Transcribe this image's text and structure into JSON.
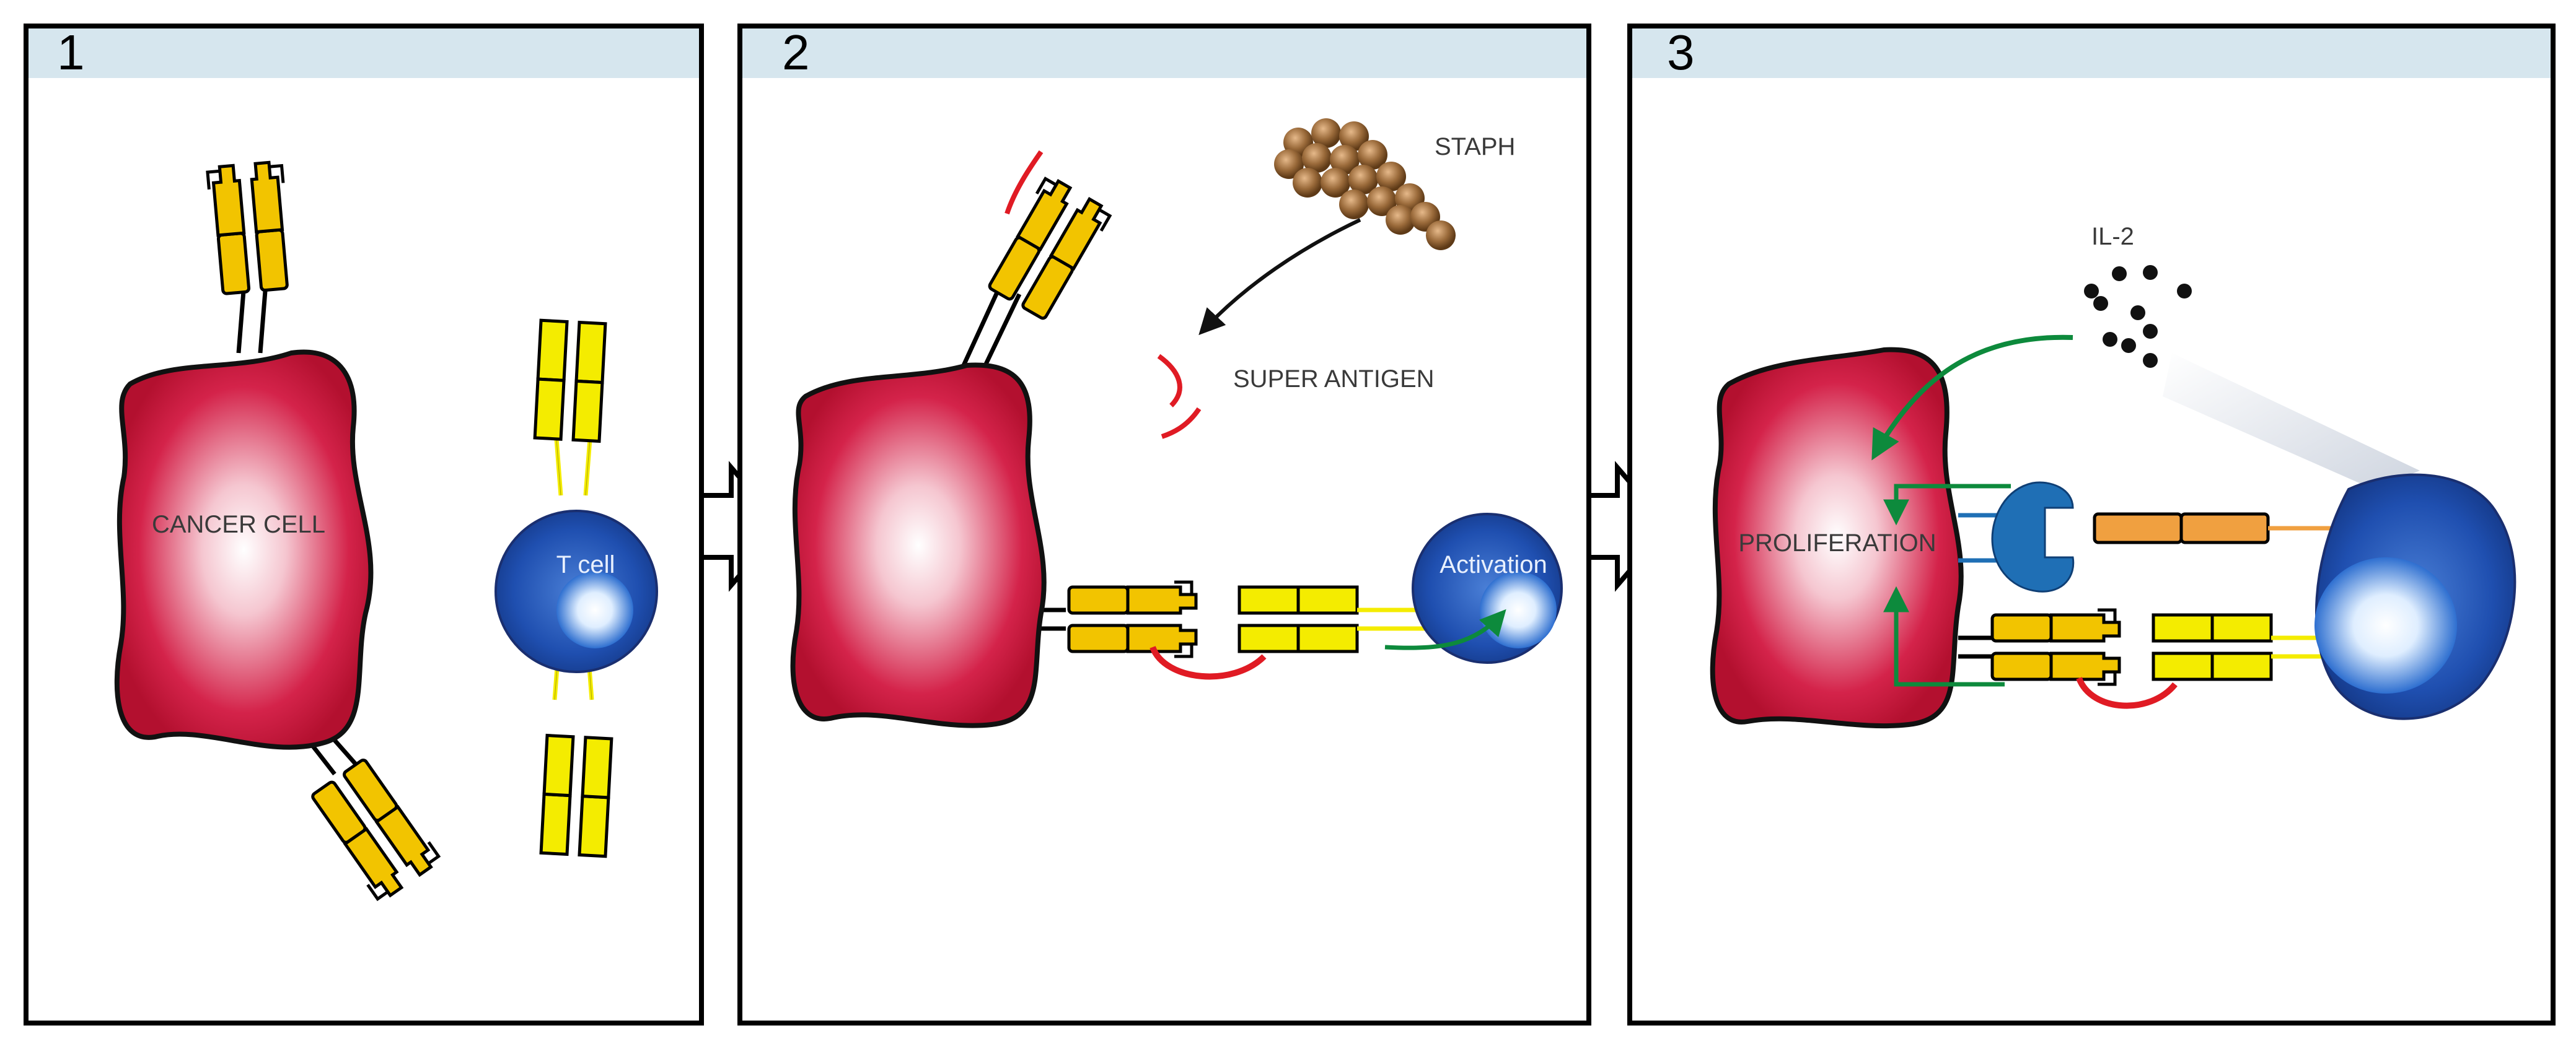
{
  "panels": [
    {
      "number": "1",
      "labels": {
        "cancer_cell": "CANCER CELL",
        "t_cell": "T cell"
      }
    },
    {
      "number": "2",
      "labels": {
        "staph": "STAPH",
        "super_antigen": "SUPER ANTIGEN",
        "activation": "Activation"
      }
    },
    {
      "number": "3",
      "labels": {
        "il2": "IL-2",
        "proliferation": "PROLIFERATION"
      }
    }
  ],
  "colors": {
    "cancer": "#c8163a",
    "tcell": "#1f4fb0",
    "antibody": "#f2c400",
    "tcr": "#f4ec00",
    "superantigen": "#e01b24",
    "arrow": "#0d8a3c",
    "staph": "#8a5a2b",
    "il2_receptor": "#f0a040",
    "header": "#d6e6ee"
  }
}
